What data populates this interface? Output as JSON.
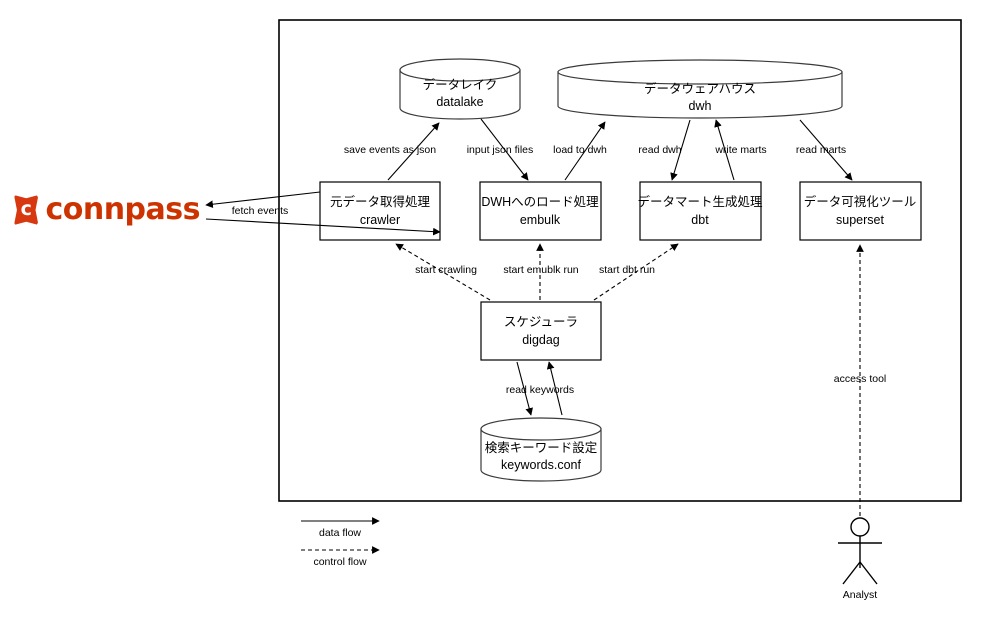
{
  "diagram": {
    "title": "connpass data platform architecture",
    "boundary": {
      "label": ""
    },
    "external": {
      "connpass": {
        "name": "connpass",
        "logo_mark_letter": "c",
        "logo_color": "#cc3300"
      }
    },
    "nodes": [
      {
        "id": "datalake",
        "shape": "cylinder",
        "title_jp": "データレイク",
        "title_en": "datalake"
      },
      {
        "id": "dwh",
        "shape": "cylinder",
        "title_jp": "データウェアハウス",
        "title_en": "dwh"
      },
      {
        "id": "crawler",
        "shape": "box",
        "title_jp": "元データ取得処理",
        "title_en": "crawler"
      },
      {
        "id": "embulk",
        "shape": "box",
        "title_jp": "DWHへのロード処理",
        "title_en": "embulk"
      },
      {
        "id": "dbt",
        "shape": "box",
        "title_jp": "データマート生成処理",
        "title_en": "dbt"
      },
      {
        "id": "superset",
        "shape": "box",
        "title_jp": "データ可視化ツール",
        "title_en": "superset"
      },
      {
        "id": "digdag",
        "shape": "box",
        "title_jp": "スケジューラ",
        "title_en": "digdag"
      },
      {
        "id": "keywords",
        "shape": "cylinder",
        "title_jp": "検索キーワード設定",
        "title_en": "keywords.conf"
      }
    ],
    "edges": [
      {
        "id": "fetch-events",
        "label": "fetch events",
        "kind": "data",
        "from": "crawler",
        "to": "connpass"
      },
      {
        "id": "save-events",
        "label": "save events as json",
        "kind": "data",
        "from": "crawler",
        "to": "datalake"
      },
      {
        "id": "input-json",
        "label": "input json files",
        "kind": "data",
        "from": "datalake",
        "to": "embulk"
      },
      {
        "id": "load-to-dwh",
        "label": "load to dwh",
        "kind": "data",
        "from": "embulk",
        "to": "dwh"
      },
      {
        "id": "read-dwh",
        "label": "read dwh",
        "kind": "data",
        "from": "dwh",
        "to": "dbt"
      },
      {
        "id": "write-marts",
        "label": "write marts",
        "kind": "data",
        "from": "dbt",
        "to": "dwh"
      },
      {
        "id": "read-marts",
        "label": "read marts",
        "kind": "data",
        "from": "dwh",
        "to": "superset"
      },
      {
        "id": "start-crawling",
        "label": "start crawling",
        "kind": "control",
        "from": "digdag",
        "to": "crawler"
      },
      {
        "id": "start-embulk-run",
        "label": "start emublk run",
        "kind": "control",
        "from": "digdag",
        "to": "embulk"
      },
      {
        "id": "start-dbt-run",
        "label": "start dbt run",
        "kind": "control",
        "from": "digdag",
        "to": "dbt"
      },
      {
        "id": "read-keywords",
        "label": "read keywords",
        "kind": "data",
        "from": "digdag",
        "to": "keywords"
      },
      {
        "id": "access-tool",
        "label": "access tool",
        "kind": "control",
        "from": "analyst",
        "to": "superset"
      }
    ],
    "legend": [
      {
        "id": "data-flow",
        "label": "data flow",
        "kind": "data"
      },
      {
        "id": "control-flow",
        "label": "control flow",
        "kind": "control"
      }
    ],
    "actor": {
      "id": "analyst",
      "label": "Analyst"
    }
  }
}
